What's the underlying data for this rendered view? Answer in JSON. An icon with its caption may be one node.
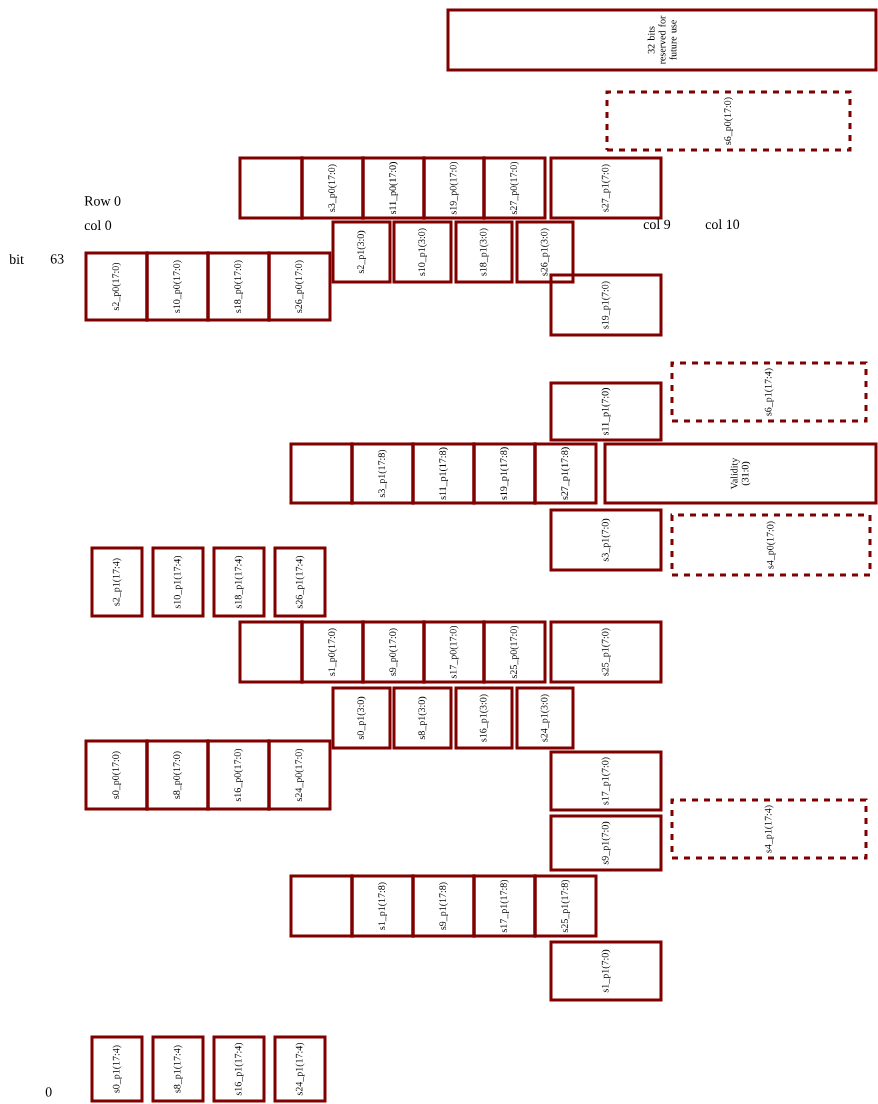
{
  "diagram": {
    "nodes": [
      {
        "text": [
          "32 bits reserved for future use"
        ]
      },
      {
        "text": [
          "s6_p0(17:0)"
        ]
      },
      {
        "text": [],
        "shape": "box"
      },
      {
        "text": [
          "s3_p0(17:0)"
        ]
      },
      {
        "text": [
          "s11_p0(17:0)"
        ]
      },
      {
        "text": [
          "s19_p0(17:0)"
        ]
      },
      {
        "text": [
          "s27_p0(17:0)"
        ]
      },
      {
        "text": [
          "s27_p1(7:0)"
        ]
      },
      {
        "text": [
          "s2_p1(3:0)"
        ]
      },
      {
        "text": [
          "s10_p1(3:0)"
        ]
      },
      {
        "text": [
          "s18_p1(3:0)"
        ]
      },
      {
        "text": [
          "s26_p1(3:0)"
        ]
      },
      {
        "text": [
          "s2_p0(17:0)"
        ]
      },
      {
        "text": [
          "s10_p0(17:0)"
        ]
      },
      {
        "text": [
          "s18_p0(17:0)"
        ]
      },
      {
        "text": [
          "s26_p0(17:0)"
        ]
      },
      {
        "text": [
          "s19_p1(7:0)"
        ]
      },
      {
        "text": [
          "s6_p1(17:4)"
        ]
      },
      {
        "text": [
          "s11_p1(7:0)"
        ]
      },
      {
        "text": [],
        "shape": "box"
      },
      {
        "text": [
          "s3_p1(17:8)"
        ]
      },
      {
        "text": [
          "s11_p1(17:8)"
        ]
      },
      {
        "text": [
          "s19_p1(17:8)"
        ]
      },
      {
        "text": [
          "s27_p1(17:8)"
        ]
      },
      {
        "text": [
          "Validity (31:0)"
        ]
      },
      {
        "text": [
          "s3_p1(7:0)"
        ]
      },
      {
        "text": [
          "s4_p0(17:0)"
        ]
      },
      {
        "text": [
          "s2_p1(17:4)"
        ]
      },
      {
        "text": [
          "s10_p1(17:4)"
        ]
      },
      {
        "text": [
          "s18_p1(17:4)"
        ]
      },
      {
        "text": [
          "s26_p1(17:4)"
        ]
      },
      {
        "text": [],
        "shape": "box"
      },
      {
        "text": [
          "s1_p0(17:0)"
        ]
      },
      {
        "text": [
          "s9_p0(17:0)"
        ]
      },
      {
        "text": [
          "s17_p0(17:0)"
        ]
      },
      {
        "text": [
          "s25_p0(17:0)"
        ]
      },
      {
        "text": [
          "s25_p1(7:0)"
        ]
      },
      {
        "text": [
          "s0_p1(3:0)"
        ]
      },
      {
        "text": [
          "s8_p1(3:0)"
        ]
      },
      {
        "text": [
          "s16_p1(3:0)"
        ]
      },
      {
        "text": [
          "s24_p1(3:0)"
        ]
      },
      {
        "text": [
          "s17_p1(7:0)"
        ]
      },
      {
        "text": [
          "s0_p0(17:0)"
        ]
      },
      {
        "text": [
          "s8_p0(17:0)"
        ]
      },
      {
        "text": [
          "s16_p0(17:0)"
        ]
      },
      {
        "text": [
          "s24_p0(17:0)"
        ]
      },
      {
        "text": [
          "s9_p1(7:0)"
        ]
      },
      {
        "text": [
          "s4_p1(17:4)"
        ]
      },
      {
        "text": [],
        "shape": "box"
      },
      {
        "text": [
          "s1_p1(17:8)"
        ]
      },
      {
        "text": [
          "s9_p1(17:8)"
        ]
      },
      {
        "text": [
          "s17_p1(17:8)"
        ]
      },
      {
        "text": [
          "s25_p1(17:8)"
        ]
      },
      {
        "text": [
          "s1_p1(7:0)"
        ]
      },
      {
        "text": [
          "s0_p1(17:4)"
        ]
      },
      {
        "text": [
          "s8_p1(17:4)"
        ]
      },
      {
        "text": [
          "s16_p1(17:4)"
        ]
      },
      {
        "text": [
          "s24_p1(17:4)"
        ]
      }
    ],
    "labels": [
      "Row 0",
      "col 0",
      "bit",
      "63",
      "col 9",
      "col 10",
      "0"
    ]
  }
}
